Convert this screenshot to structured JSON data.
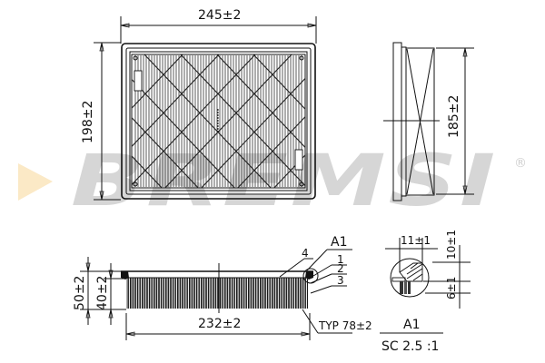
{
  "drawing": {
    "title": "Air filter technical drawing",
    "top_view": {
      "width_label": "245±2",
      "height_label": "198±2"
    },
    "side_view": {
      "height_label": "185±2"
    },
    "section_view": {
      "total_height_label": "50±2",
      "pleat_height_label": "40±2",
      "length_label": "232±2",
      "pleat_count_label": "TYP 78±2",
      "callouts": [
        "1",
        "2",
        "3",
        "4"
      ],
      "detail_ref": "A1"
    },
    "detail_view": {
      "title": "A1",
      "scale_label": "SC 2.5 :1",
      "width_label": "11±1",
      "height_label_1": "10±1",
      "height_label_2": "6±1"
    }
  },
  "watermark": {
    "brand": "BREMSI",
    "registered_mark": "®",
    "text_color": "#d3d3d3",
    "arrow_color": "#fbe9c6"
  }
}
